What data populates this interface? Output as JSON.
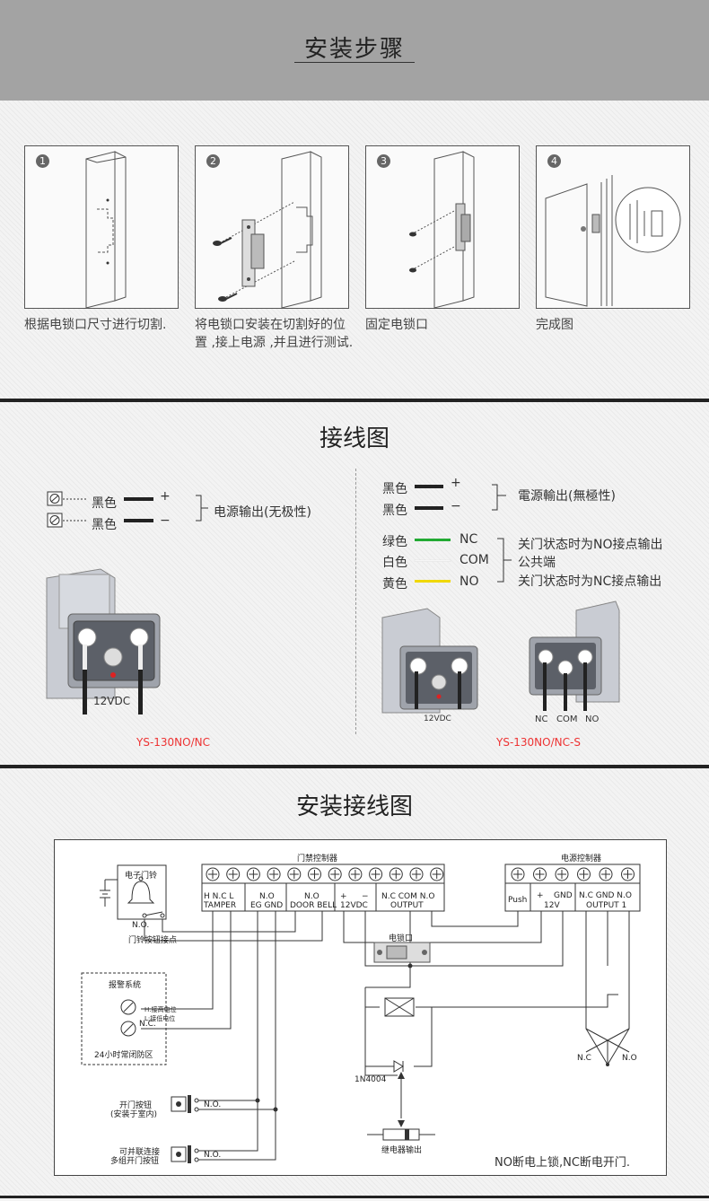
{
  "header": {
    "title": "安装步骤"
  },
  "steps": [
    {
      "num": "1",
      "caption": "根据电锁口尺寸进行切割."
    },
    {
      "num": "2",
      "caption": "将电锁口安装在切割好的位置 ,接上电源 ,并且进行测试."
    },
    {
      "num": "3",
      "caption": "固定电锁口"
    },
    {
      "num": "4",
      "caption": "完成图"
    }
  ],
  "wiring": {
    "title": "接线图",
    "left": {
      "wire1": "黑色",
      "wire1_sign": "+",
      "wire2": "黑色",
      "wire2_sign": "−",
      "power_label": "电源输出(无极性)",
      "voltage": "12VDC",
      "model": "YS-130NO/NC"
    },
    "right": {
      "wire1": "黑色",
      "wire1_sign": "+",
      "wire2": "黑色",
      "wire2_sign": "−",
      "power_label": "電源輸出(無極性)",
      "green": "绿色",
      "green_term": "NC",
      "white": "白色",
      "white_term": "COM",
      "yellow": "黄色",
      "yellow_term": "NO",
      "desc_nc": "关门状态时为NO接点输出",
      "desc_com": "公共端",
      "desc_no": "关门状态时为NC接点输出",
      "voltage": "12VDC",
      "term_nc": "NC",
      "term_com": "COM",
      "term_no": "NO",
      "model": "YS-130NO/NC-S"
    }
  },
  "install": {
    "title": "安装接线图",
    "access_controller": "门禁控制器",
    "power_controller": "电源控制器",
    "doorbell": "电子门铃",
    "doorbell_no": "N.O.",
    "doorbell_contact": "门铃按钮接点",
    "ac_terminals": {
      "hncl": "H N.C L",
      "tamper": "TAMPER",
      "no1": "N.O",
      "eg_gnd": "EG  GND",
      "no2": "N.O",
      "doorbell": "DOOR BELL",
      "plus": "+",
      "minus": "−",
      "vdc": "12VDC",
      "nccomno": "N.C COM N.O",
      "output": "OUTPUT"
    },
    "pc_terminals": {
      "push": "Push",
      "plus": "+",
      "gnd": "GND",
      "v12": "12V",
      "ncgndno": "N.C  GND  N.O",
      "output1": "OUTPUT 1"
    },
    "alarm": {
      "title": "报警系统",
      "nc": "N.C.",
      "h": "H:接高电位",
      "l": "L:接低电位",
      "zone": "24小时常闭防区"
    },
    "lock": "电锁口",
    "diode": "1N4004",
    "relay": "继电器输出",
    "nc_label": "N.C",
    "no_label": "N.O",
    "open_button": "开门按钮",
    "open_button_note": "(安装于室内)",
    "button_no": "N.O.",
    "parallel_1": "可并联连接",
    "parallel_2": "多组开门按钮",
    "button_no2": "N.O.",
    "note": "NO断电上锁,NC断电开门."
  },
  "colors": {
    "header_bg": "#a3a3a3",
    "model_red": "#e33333",
    "green_wire": "#22aa33",
    "yellow_wire": "#f0d800"
  }
}
